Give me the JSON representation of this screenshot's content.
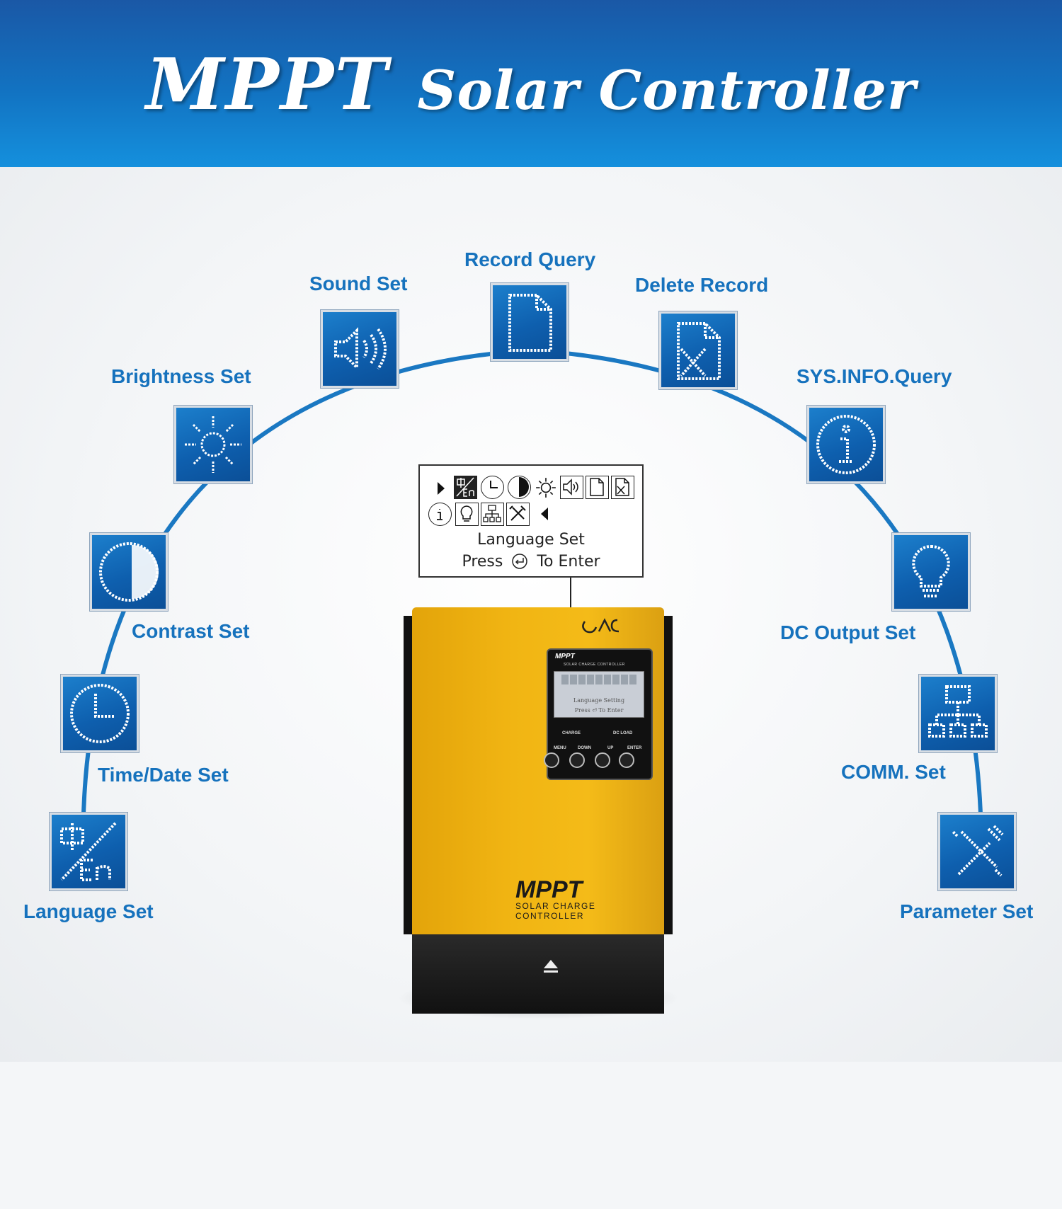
{
  "header": {
    "title_main": "MPPT",
    "title_sub": "Solar Controller"
  },
  "popup": {
    "line1": "Language Set",
    "line2_pre": "Press",
    "line2_post": "To Enter"
  },
  "device": {
    "panel_brand": "MPPT",
    "panel_sub": "SOLAR CHARGE CONTROLLER",
    "screen_line1": "Language Setting",
    "screen_line2": "Press ⏎ To Enter",
    "led_charge": "CHARGE",
    "led_dcload": "DC LOAD",
    "btn_menu": "MENU",
    "btn_down": "DOWN",
    "btn_up": "UP",
    "btn_enter": "ENTER",
    "brand": "MPPT",
    "brand_sub": "SOLAR CHARGE CONTROLLER"
  },
  "menu": [
    {
      "label": "Language Set",
      "icon": "language-icon"
    },
    {
      "label": "Time/Date Set",
      "icon": "clock-icon"
    },
    {
      "label": "Contrast Set",
      "icon": "contrast-icon"
    },
    {
      "label": "Brightness Set",
      "icon": "sun-icon"
    },
    {
      "label": "Sound Set",
      "icon": "speaker-icon"
    },
    {
      "label": "Record Query",
      "icon": "document-icon"
    },
    {
      "label": "Delete Record",
      "icon": "delete-document-icon"
    },
    {
      "label": "SYS.INFO.Query",
      "icon": "info-icon"
    },
    {
      "label": "DC Output Set",
      "icon": "bulb-icon"
    },
    {
      "label": "COMM. Set",
      "icon": "network-icon"
    },
    {
      "label": "Parameter Set",
      "icon": "tools-icon"
    }
  ],
  "colors": {
    "header_blue": "#1273c2",
    "label_blue": "#1672bd",
    "device_yellow": "#f1b513"
  }
}
